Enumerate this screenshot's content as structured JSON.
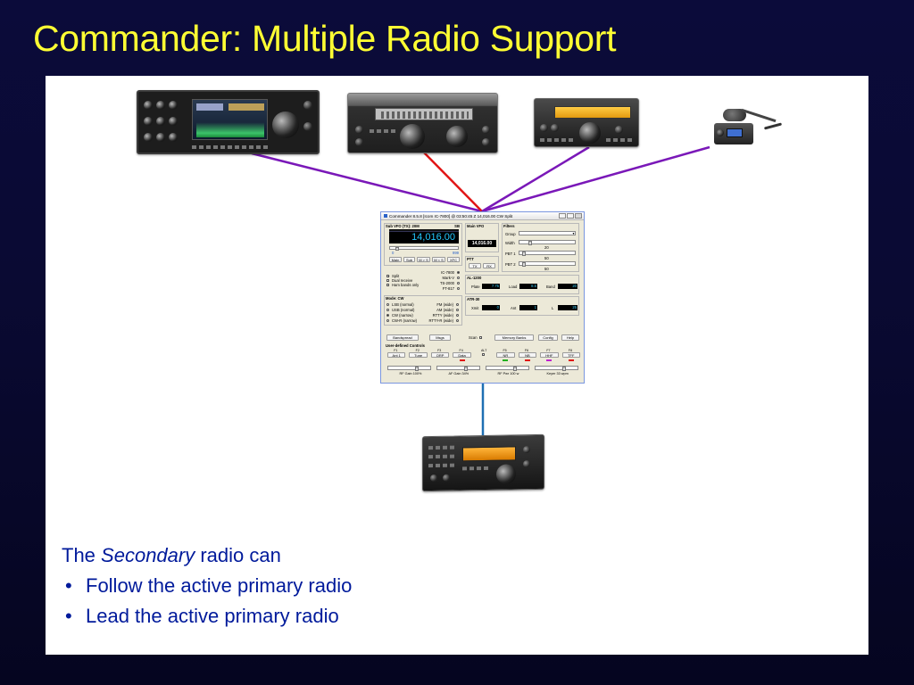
{
  "slide": {
    "title": "Commander: Multiple Radio Support"
  },
  "caption": {
    "intro_prefix": "The",
    "intro_emphasis": "Secondary",
    "intro_suffix": "radio can",
    "bullet_char": "•",
    "bullets": [
      "Follow the active primary radio",
      "Lead the active primary radio"
    ]
  },
  "wires": {
    "primary_color": "#7a18b8",
    "active_color": "#e11414",
    "secondary_color": "#1e6fb3"
  },
  "commander": {
    "title": "Commander 8.5.8 [Icom IC-7800] @ 03:50:45 Z  14,016.00 CW Split",
    "sub_vfo_label": "Sub VFO (TX): 20M",
    "sub_vfo_mode": "SB",
    "sub_vfo_freq": "14,016.00",
    "scale_min": "0",
    "scale_max": "999",
    "vfo_buttons": [
      "Main",
      "Sub",
      "M > S",
      "M < S",
      "XFC"
    ],
    "options": [
      "Split",
      "Dual receive",
      "Ham bands only"
    ],
    "radios": [
      "IC-7800",
      "Mark-V",
      "TS-2000",
      "FT-817"
    ],
    "mode_label": "Mode: CW",
    "modes_left": [
      "LSB (normal)",
      "USB (normal)",
      "CW (narrow)",
      "CW-R (narrow)"
    ],
    "modes_right": [
      "FM (wide)",
      "AM (wide)",
      "RTTY (wide)",
      "RTTY-R (wide)"
    ],
    "main_vfo_label": "Main VFO",
    "main_vfo_freq": "14,016.00",
    "ptt_label": "PTT",
    "ptt_buttons": [
      "TX",
      "RX"
    ],
    "amp_label": "AL-1200",
    "amp_meters": [
      {
        "label": "Plate",
        "value": "7.75"
      },
      {
        "label": "Load",
        "value": "8.5"
      },
      {
        "label": "Band",
        "value": "20"
      }
    ],
    "atr_label": "ATR-30",
    "atr_meters": [
      {
        "label": "Xmit",
        "value": "0"
      },
      {
        "label": "Ant",
        "value": "1"
      },
      {
        "label": "L",
        "value": "25"
      }
    ],
    "filters_label": "Filters",
    "filter_rows": [
      {
        "label": "Group",
        "value": ""
      },
      {
        "label": "Width",
        "value": "20"
      },
      {
        "label": "PBT 1",
        "value": "50"
      },
      {
        "label": "PBT 2",
        "value": "50"
      }
    ],
    "bottom_buttons": [
      "Bandspread",
      "Msgs",
      "Memory Banks",
      "Config",
      "Help"
    ],
    "scan_label": "Scan",
    "udc_label": "User-defined Controls",
    "udc_keys": [
      "F1",
      "F2",
      "F3",
      "F4",
      "ALT",
      "F5",
      "F6",
      "F7",
      "F8"
    ],
    "udc_buttons": [
      "Ant 1",
      "Tune",
      "QRP",
      "Data",
      "",
      "NR",
      "NB",
      "HHF",
      "TFF"
    ],
    "udc_led_colors": [
      "",
      "",
      "",
      "#e01010",
      "",
      "#20b020",
      "#e01010",
      "#c020d0",
      "#e01010"
    ],
    "slider_labels": [
      "RF Gain 100%",
      "AF Gain 34%",
      "RF Pwr 100 w",
      "Keyer 33 wpm"
    ]
  }
}
